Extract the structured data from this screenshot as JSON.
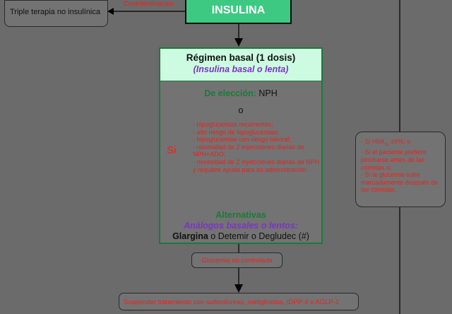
{
  "nodes": {
    "insulina": "INSULINA",
    "triple": "Triple terapia no insulínica",
    "contraindicacion": "Contraindicación",
    "regimen_title": "Régimen basal (1 dosis)",
    "regimen_subtitle": "(Insulina basal o lenta)",
    "eleccion_label": "De elección:",
    "eleccion_value": "NPH",
    "o_separator": "o",
    "si_label": "Si",
    "si_items": [
      "- hipoglucemias recurrentes;",
      "- alto riesgo de hipoglucemias;",
      "- hipoglucemias con riesgo laboral;",
      "- necesidad de 2 inyecciones diarias de NPH+ADO;",
      "- necesidad de 2 inyecciones diarias de NPH y requiere ayuda para su administración."
    ],
    "alternativas": "Alternativas",
    "analogos": "Análogos basales o lentos:",
    "glargina": "Glargina",
    "alt_rest": " o Detemir o Degludec (#)",
    "glucemia": "Glucemia no controlada",
    "suspender": "Suspender tratamiento con sulfonilureas, metiglinidas, IDPP-4 o AGLP-1",
    "right_note": {
      "hba1c_prefix": "- Si HbA",
      "hba1c_sub": "1c",
      "hba1c_suffix": " ≥9%;  o",
      "items": [
        "- Si el paciente prefiere pincharse antes de las comidas o;",
        "- Si la glucemia sube marcadamente después de las comidas."
      ]
    }
  },
  "colors": {
    "background": "#6b6b6b",
    "insulina_fill": "#3dc982",
    "header_fill": "#ccfbe1",
    "green_text": "#1a7a3a",
    "purple_text": "#7a35c4",
    "red_text": "#e8221e"
  }
}
